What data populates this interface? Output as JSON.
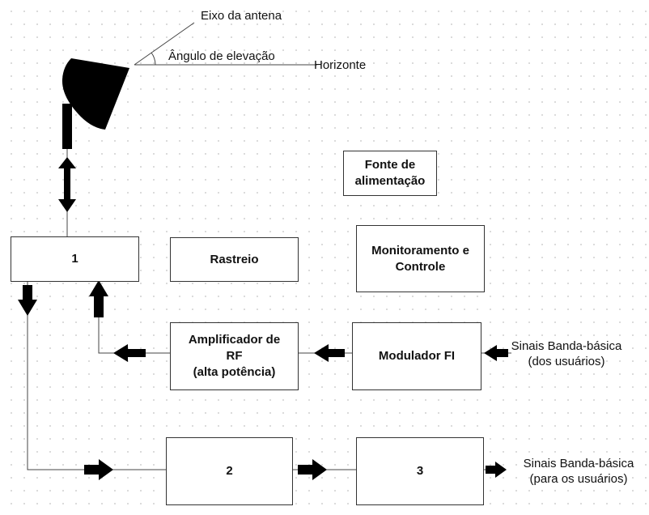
{
  "labels": {
    "antenna_axis": "Eixo da antena",
    "elevation_angle": "Ângulo de elevação",
    "horizon": "Horizonte",
    "baseband_in_line1": "Sinais Banda-básica",
    "baseband_in_line2": "(dos usuários)",
    "baseband_out_line1": "Sinais Banda-básica",
    "baseband_out_line2": "(para os usuários)"
  },
  "blocks": {
    "power_supply": {
      "line1": "Fonte de",
      "line2": "alimentação"
    },
    "block_1": "1",
    "tracking": "Rastreio",
    "monitoring": {
      "line1": "Monitoramento e",
      "line2": "Controle"
    },
    "rf_amplifier": {
      "line1": "Amplificador de",
      "line2": "RF",
      "line3": "(alta potência)"
    },
    "fi_modulator": "Modulador FI",
    "block_2": "2",
    "block_3": "3"
  }
}
